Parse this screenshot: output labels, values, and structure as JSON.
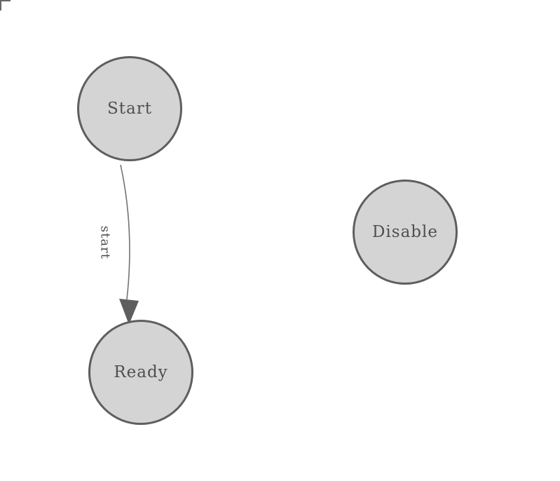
{
  "diagram": {
    "type": "state-machine",
    "nodes": [
      {
        "id": "start",
        "label": "Start"
      },
      {
        "id": "ready",
        "label": "Ready"
      },
      {
        "id": "disable",
        "label": "Disable"
      }
    ],
    "edges": [
      {
        "from": "Start",
        "to": "Ready",
        "label": "start"
      }
    ],
    "colors": {
      "node_fill": "#d4d4d4",
      "node_border": "#5e5e5e",
      "edge_line": "#737373",
      "label_text": "#4f4f4f",
      "corner_mark": "#666666"
    }
  }
}
